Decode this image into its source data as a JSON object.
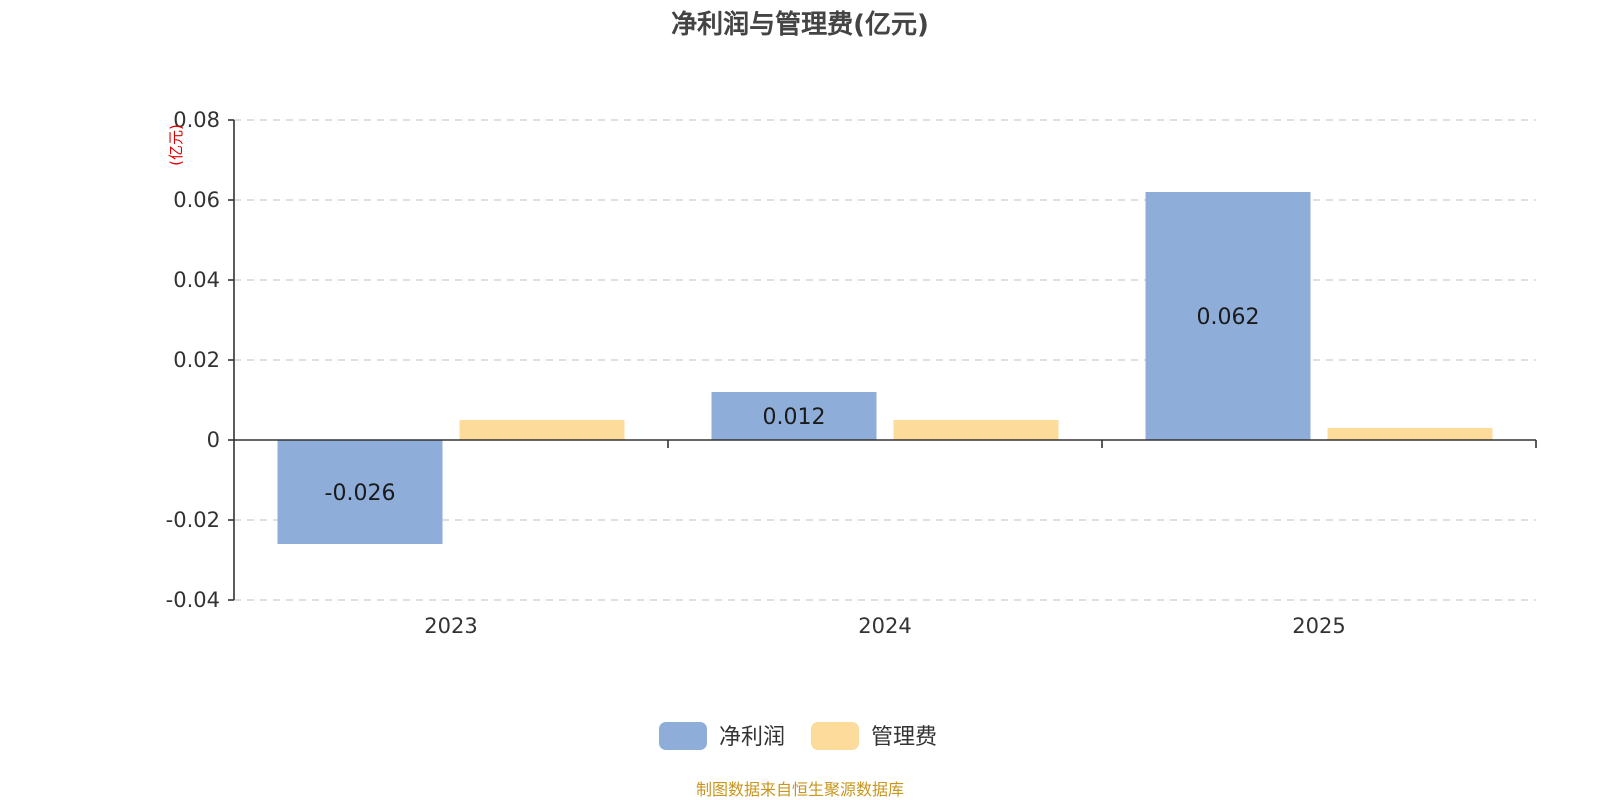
{
  "chart_data": {
    "type": "bar",
    "title": "净利润与管理费(亿元)",
    "ylabel": "(亿元)",
    "categories": [
      "2023",
      "2024",
      "2025"
    ],
    "series": [
      {
        "name": "净利润",
        "values": [
          -0.026,
          0.012,
          0.062
        ],
        "color": "#8fadd9",
        "show_labels": true
      },
      {
        "name": "管理费",
        "values": [
          0.005,
          0.005,
          0.003
        ],
        "color": "#fddb9a",
        "show_labels": false
      }
    ],
    "ylim": [
      -0.04,
      0.08
    ],
    "yticks": [
      -0.04,
      -0.02,
      0,
      0.02,
      0.04,
      0.06,
      0.08
    ],
    "ytick_labels": [
      "-0.04",
      "-0.02",
      "0",
      "0.02",
      "0.04",
      "0.06",
      "0.08"
    ],
    "data_labels": [
      "-0.026",
      "0.012",
      "0.062"
    ],
    "grid": true,
    "legend_position": "bottom-center"
  },
  "source": "制图数据来自恒生聚源数据库"
}
